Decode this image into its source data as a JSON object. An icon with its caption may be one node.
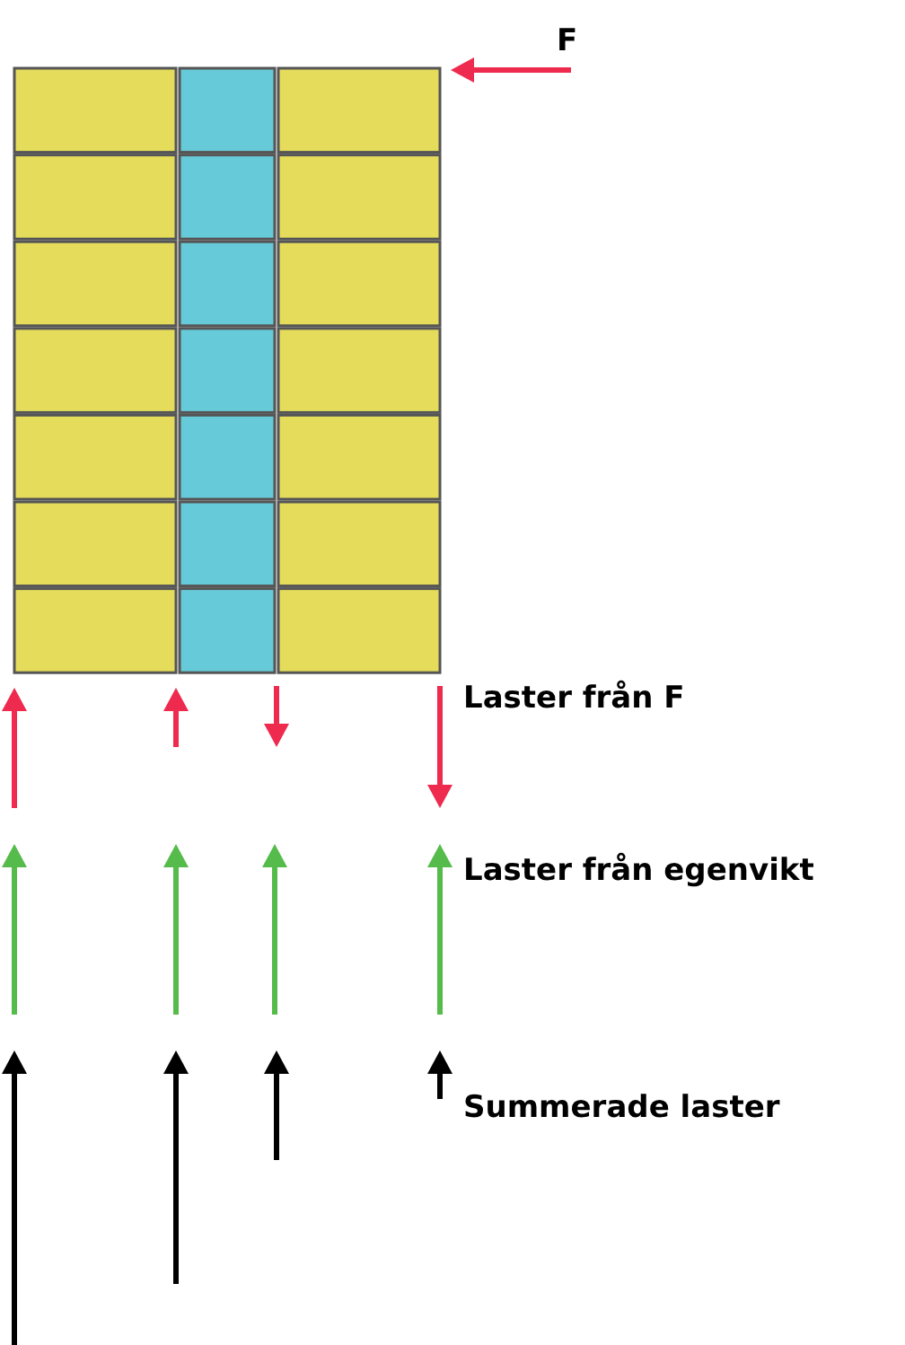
{
  "diagram": {
    "labels": [
      "F",
      "Laster från F",
      "Laster från egenvikt",
      "Summerade laster"
    ]
  }
}
